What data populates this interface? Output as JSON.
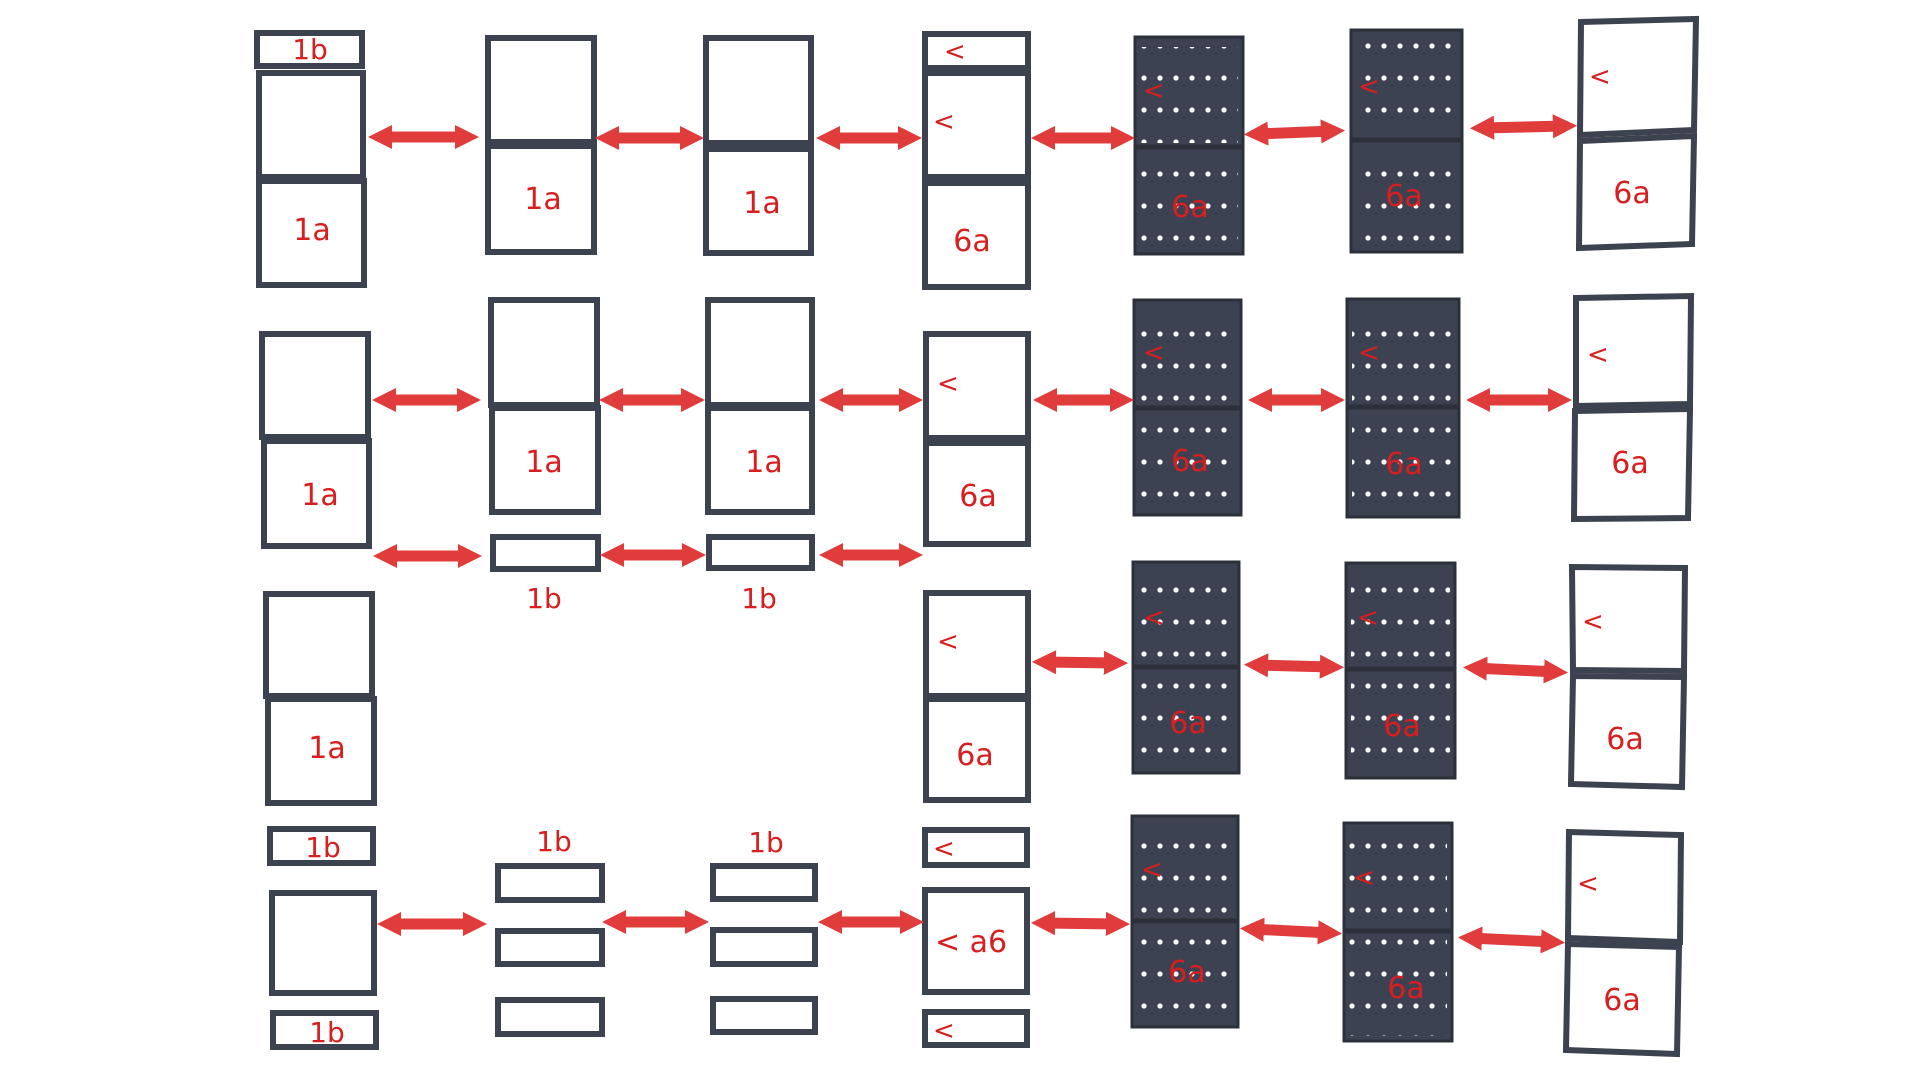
{
  "colors": {
    "frame": "#3d4250",
    "dark_fill": "#3d4252",
    "arrow": "#e03c3c",
    "label": "#d81e1e",
    "dot": "#ffffff",
    "background": "#ffffff"
  },
  "labels": {
    "r1": {
      "a": "1b",
      "b": "1a",
      "c": "1a",
      "d": "1a",
      "e": "<",
      "f": "<",
      "g": "6a",
      "h": "<",
      "i": "6a",
      "j": "<",
      "k": "6a",
      "l": "<",
      "m": "6a"
    },
    "r2": {
      "a": "1a",
      "b": "1a",
      "c": "1a",
      "d": "<",
      "e": "6a",
      "f": "<",
      "g": "6a",
      "h": "<",
      "i": "6a",
      "j": "<",
      "k": "6a",
      "l": "1b",
      "m": "1b"
    },
    "r3": {
      "a": "1a",
      "b": "<",
      "c": "6a",
      "d": "<",
      "e": "6a",
      "f": "<",
      "g": "6a",
      "h": "<",
      "i": "6a"
    },
    "r4": {
      "a": "1b",
      "b": "1b",
      "c": "1b",
      "d": "1b",
      "e": "<",
      "f": "< a6",
      "g": "<",
      "h": "<",
      "i": "6a",
      "j": "<",
      "k": "6a",
      "l": "<",
      "m": "6a"
    }
  }
}
